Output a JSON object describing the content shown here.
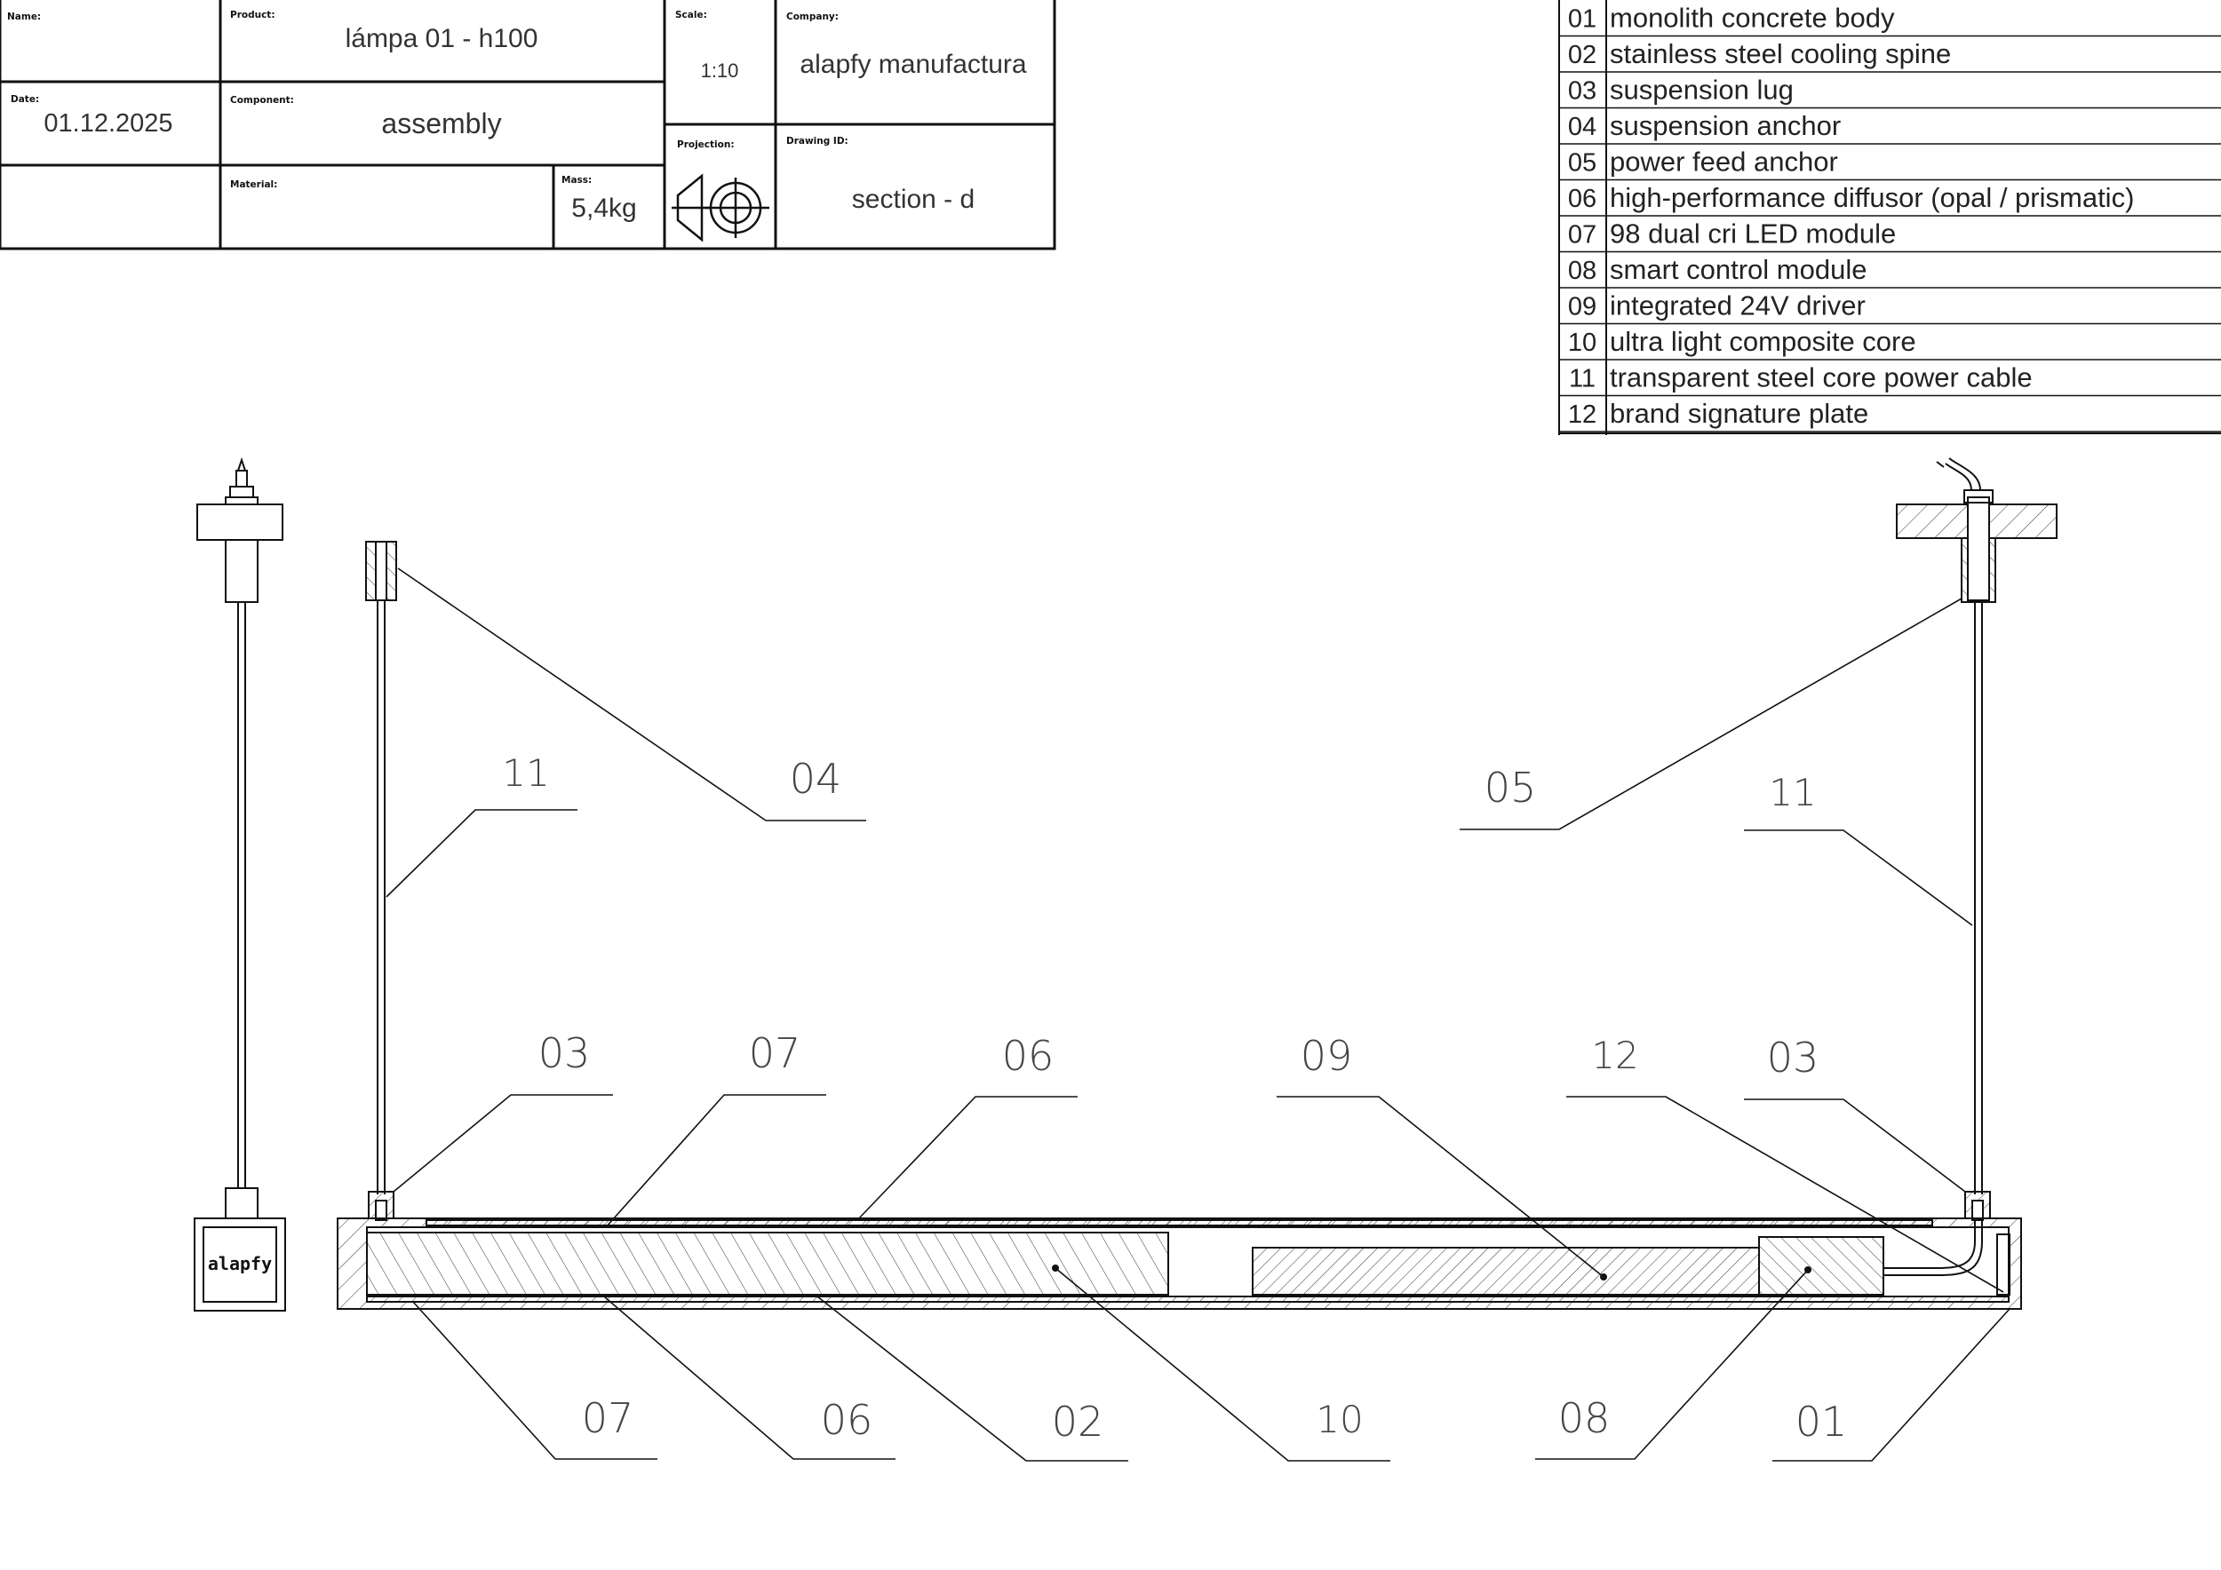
{
  "title_block": {
    "name_label": "Name:",
    "product_label": "Product:",
    "product_value": "lámpa 01 - h100",
    "scale_label": "Scale:",
    "scale_value": "1:10",
    "company_label": "Company:",
    "company_value": "alapfy manufactura",
    "date_label": "Date:",
    "date_value": "01.12.2025",
    "component_label": "Component:",
    "component_value": "assembly",
    "projection_label": "Projection:",
    "drawing_id_label": "Drawing ID:",
    "drawing_id_value": "section - d",
    "material_label": "Material:",
    "mass_label": "Mass:",
    "mass_value": "5,4kg"
  },
  "parts_list": [
    {
      "num": "01",
      "name": "monolith concrete body"
    },
    {
      "num": "02",
      "name": "stainless steel cooling spine"
    },
    {
      "num": "03",
      "name": "suspension lug"
    },
    {
      "num": "04",
      "name": "suspension anchor"
    },
    {
      "num": "05",
      "name": "power feed anchor"
    },
    {
      "num": "06",
      "name": "high-performance diffusor (opal / prismatic)"
    },
    {
      "num": "07",
      "name": "98 dual cri LED module"
    },
    {
      "num": "08",
      "name": "smart control module"
    },
    {
      "num": "09",
      "name": "integrated 24V driver"
    },
    {
      "num": "10",
      "name": "ultra light composite core"
    },
    {
      "num": "11",
      "name": "transparent steel core power cable"
    },
    {
      "num": "12",
      "name": "brand signature plate"
    }
  ],
  "callouts": {
    "c11_left": "11",
    "c04": "04",
    "c05": "05",
    "c11_right": "11",
    "c03_left": "03",
    "c07_top": "07",
    "c06_top": "06",
    "c09": "09",
    "c12": "12",
    "c03_right": "03",
    "c07_bot": "07",
    "c06_bot": "06",
    "c02": "02",
    "c10": "10",
    "c08": "08",
    "c01": "01"
  },
  "brand_plate": "alapfy"
}
